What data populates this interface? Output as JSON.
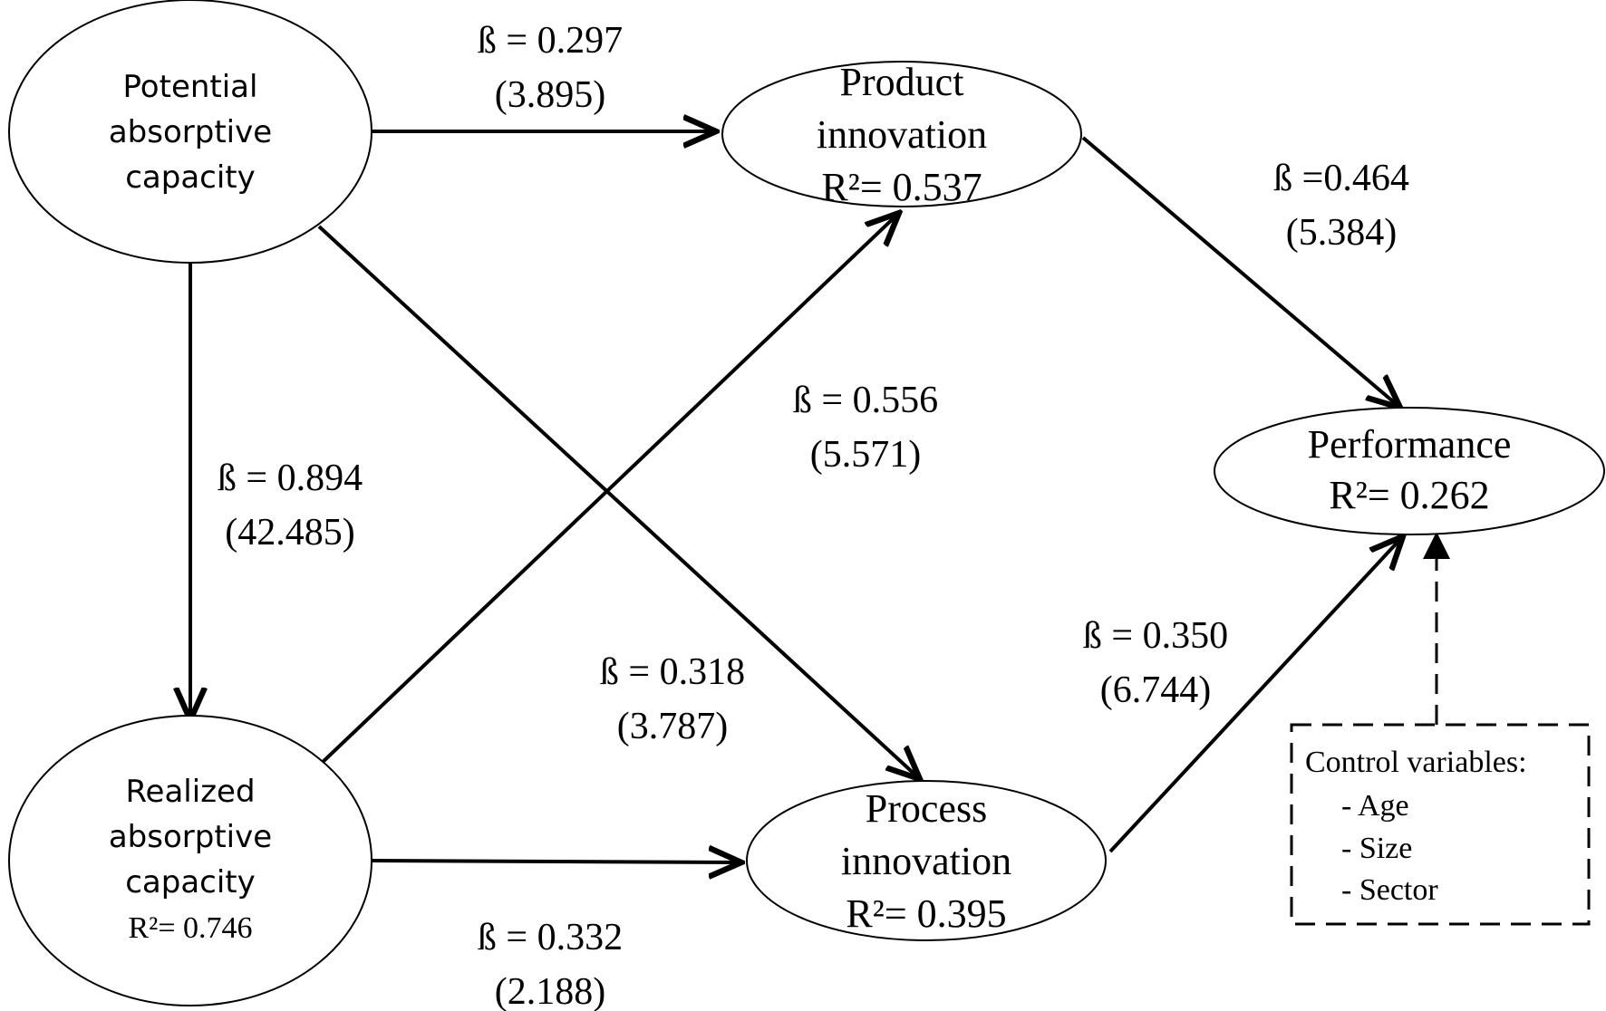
{
  "nodes": {
    "pacap": {
      "lines": [
        "Potential",
        "absorptive",
        "capacity"
      ]
    },
    "racap": {
      "lines": [
        "Realized",
        "absorptive",
        "capacity"
      ],
      "r2": "R²= 0.746"
    },
    "product": {
      "lines": [
        "Product",
        "innovation"
      ],
      "r2": "R²= 0.537"
    },
    "process": {
      "lines": [
        "Process",
        "innovation"
      ],
      "r2": "R²= 0.395"
    },
    "performance": {
      "lines": [
        "Performance"
      ],
      "r2": "R²= 0.262"
    }
  },
  "paths": {
    "pacap_product": {
      "beta": "ß = 0.297",
      "t": "(3.895)"
    },
    "pacap_racap": {
      "beta": "ß = 0.894",
      "t": "(42.485)"
    },
    "racap_product": {
      "beta": "ß = 0.556",
      "t": "(5.571)"
    },
    "pacap_process": {
      "beta": "ß = 0.318",
      "t": "(3.787)"
    },
    "racap_process": {
      "beta": "ß = 0.332",
      "t": "(2.188)"
    },
    "product_performance": {
      "beta": "ß =0.464",
      "t": "(5.384)"
    },
    "process_performance": {
      "beta": "ß = 0.350",
      "t": "(6.744)"
    }
  },
  "controls": {
    "title": "Control variables:",
    "items": [
      "- Age",
      "- Size",
      "- Sector"
    ]
  }
}
